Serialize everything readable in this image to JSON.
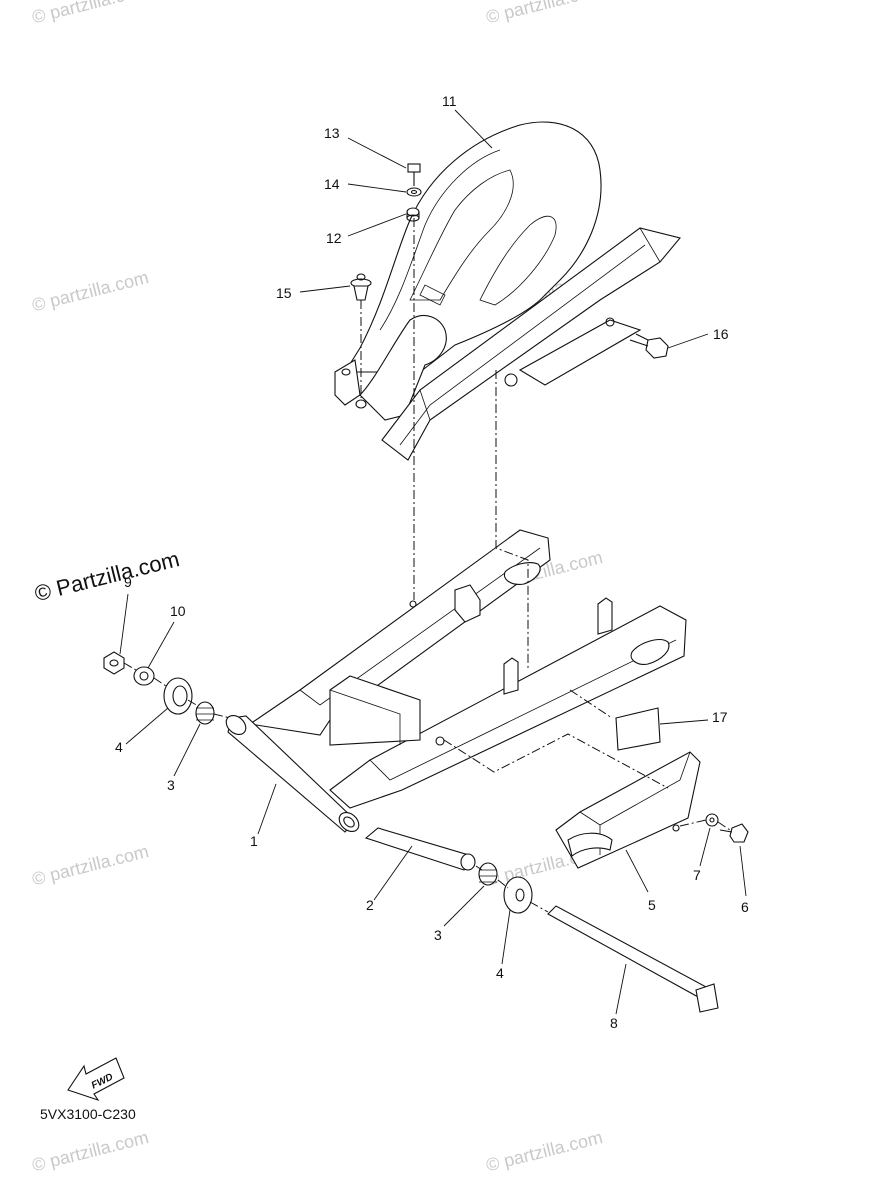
{
  "diagram": {
    "code": "5VX3100-C230",
    "fwd_label": "FWD",
    "callouts": [
      "1",
      "2",
      "3",
      "3",
      "4",
      "4",
      "5",
      "6",
      "7",
      "8",
      "9",
      "10",
      "11",
      "12",
      "13",
      "14",
      "15",
      "16",
      "17"
    ]
  },
  "watermark": {
    "text": "© Partzilla.com",
    "text_light": "© partzilla.com"
  },
  "colors": {
    "line": "#111111",
    "watermark": "#c9c9c9",
    "background": "#ffffff"
  }
}
